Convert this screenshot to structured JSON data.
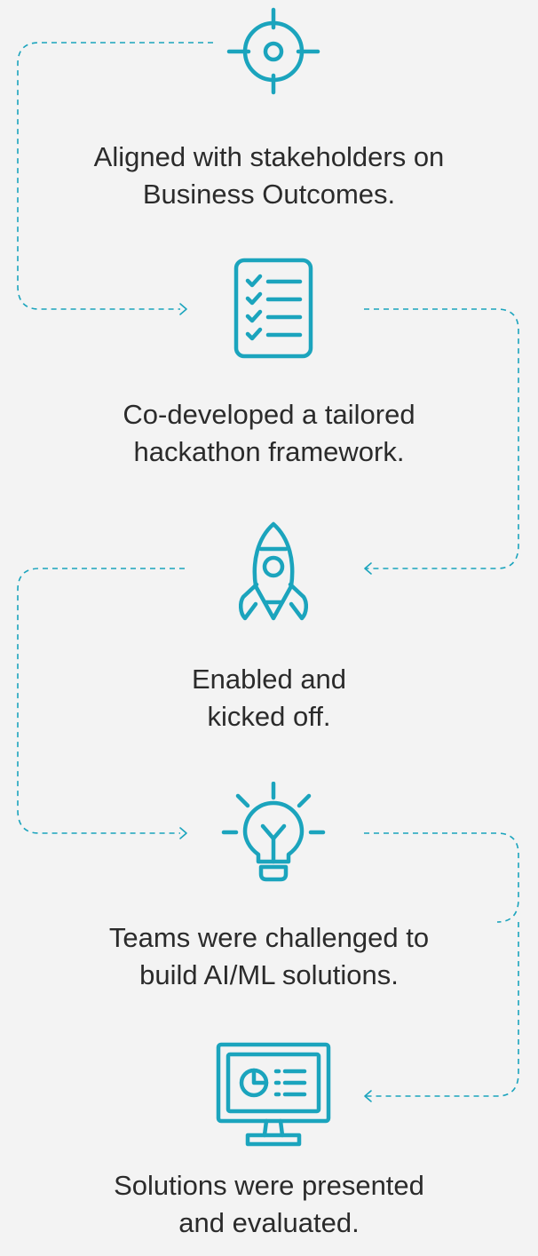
{
  "accent_color": "#1ba4bd",
  "text_color": "#2b2b2b",
  "background_color": "#f3f3f3",
  "steps": [
    {
      "icon": "target-crosshair-icon",
      "lines": [
        "Aligned with stakeholders on",
        "Business Outcomes."
      ]
    },
    {
      "icon": "checklist-icon",
      "lines": [
        "Co-developed a tailored",
        "hackathon framework."
      ]
    },
    {
      "icon": "rocket-icon",
      "lines": [
        "Enabled and",
        "kicked off."
      ]
    },
    {
      "icon": "lightbulb-icon",
      "lines": [
        "Teams were challenged to",
        "build AI/ML solutions."
      ]
    },
    {
      "icon": "monitor-dashboard-icon",
      "lines": [
        "Solutions were presented",
        "and evaluated."
      ]
    }
  ]
}
